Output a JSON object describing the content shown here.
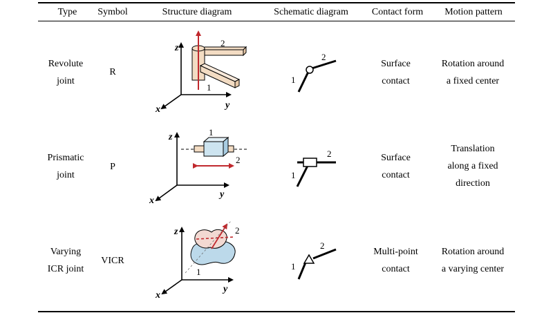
{
  "headers": {
    "type": "Type",
    "symbol": "Symbol",
    "structure": "Structure diagram",
    "schematic": "Schematic diagram",
    "contact": "Contact form",
    "motion": "Motion pattern"
  },
  "rows": [
    {
      "type": [
        "Revolute",
        "joint"
      ],
      "symbol": "R",
      "contact": [
        "Surface",
        "contact"
      ],
      "motion": [
        "Rotation around",
        "a fixed center"
      ]
    },
    {
      "type": [
        "Prismatic",
        "joint"
      ],
      "symbol": "P",
      "contact": [
        "Surface",
        "contact"
      ],
      "motion": [
        "Translation",
        "along a fixed",
        "direction"
      ]
    },
    {
      "type": [
        "Varying",
        "ICR joint"
      ],
      "symbol": "VICR",
      "contact": [
        "Multi-point",
        "contact"
      ],
      "motion": [
        "Rotation around",
        "a varying center"
      ]
    }
  ],
  "diagram_labels": {
    "axis_x": "x",
    "axis_y": "y",
    "axis_z": "z",
    "link_1": "1",
    "link_2": "2"
  },
  "colors": {
    "accent_red": "#c0282d",
    "block_fill": "#cde4f0",
    "link_fill": "#f3dcc3",
    "cam_fill": "#bcd9ea",
    "cam_top_fill": "#f2d9d2"
  }
}
